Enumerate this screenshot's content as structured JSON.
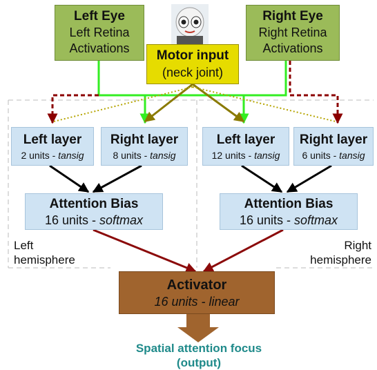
{
  "inputs": {
    "left_eye": {
      "title": "Left Eye",
      "line1": "Left Retina",
      "line2": "Activations"
    },
    "right_eye": {
      "title": "Right Eye",
      "line1": "Right Retina",
      "line2": "Activations"
    },
    "motor": {
      "title": "Motor input",
      "subtitle": "(neck joint)"
    }
  },
  "hemispheres": {
    "left": {
      "label_line1": "Left",
      "label_line2": "hemisphere",
      "left_layer": {
        "title": "Left layer",
        "units": "2 units - ",
        "fn": "tansig"
      },
      "right_layer": {
        "title": "Right layer",
        "units": "8 units - ",
        "fn": "tansig"
      },
      "attention": {
        "title": "Attention Bias",
        "units": "16 units - ",
        "fn": "softmax"
      }
    },
    "right": {
      "label_line1": "Right",
      "label_line2": "hemisphere",
      "left_layer": {
        "title": "Left layer",
        "units": "12 units - ",
        "fn": "tansig"
      },
      "right_layer": {
        "title": "Right layer",
        "units": "6 units - ",
        "fn": "tansig"
      },
      "attention": {
        "title": "Attention Bias",
        "units": "16 units - ",
        "fn": "softmax"
      }
    }
  },
  "activator": {
    "title": "Activator",
    "subtitle": "16 units - linear"
  },
  "output": {
    "line1": "Spatial attention focus",
    "line2": "(output)"
  },
  "colors": {
    "green_box": "#9bbb59",
    "motor_box": "#e6dc00",
    "layer_box": "#cfe3f3",
    "activator_box": "#a0642e",
    "green_wire": "#33ee22",
    "olive_wire": "#8a7a00",
    "red_wire": "#8b0000",
    "output_text": "#1f8a8a"
  },
  "icons": {
    "robot": "robot-head-icon"
  }
}
